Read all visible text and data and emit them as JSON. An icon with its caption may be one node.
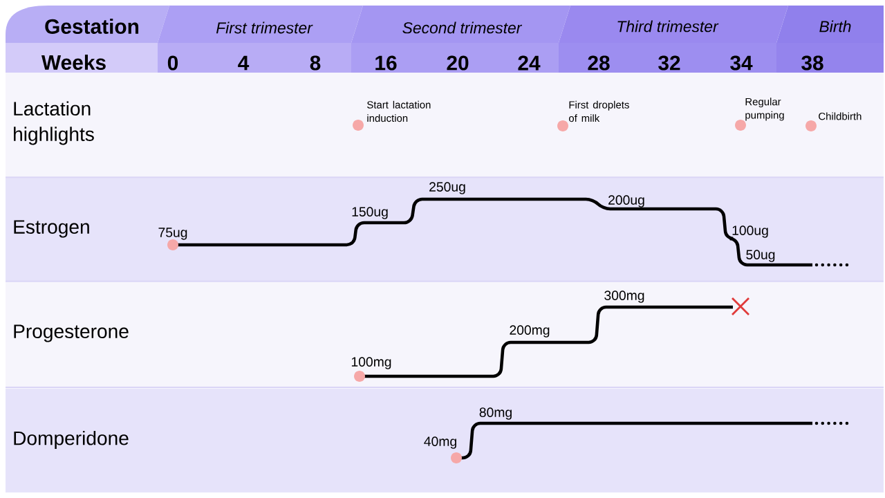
{
  "diagram": {
    "nodes": [
      {
        "text": [
          "Gestation"
        ]
      },
      {
        "text": [
          "First trimester"
        ]
      },
      {
        "text": [
          "Second trimester"
        ]
      },
      {
        "text": [
          "Third trimester"
        ]
      },
      {
        "text": [
          "Birth"
        ]
      },
      {
        "text": [
          "Weeks"
        ]
      },
      {
        "text": [
          "Lactation highlights"
        ]
      },
      {
        "text": [
          "Estrogen"
        ]
      },
      {
        "text": [
          "Progesterone"
        ]
      },
      {
        "text": [
          "Domperidone"
        ]
      },
      {
        "text": [],
        "shape": "circle",
        "in": 6,
        "beside": [
          "Start lactation induction"
        ]
      },
      {
        "text": [],
        "shape": "circle",
        "in": 6,
        "beside": [
          "First droplets of milk"
        ]
      },
      {
        "text": [],
        "shape": "circle",
        "in": 6,
        "beside": [
          "Regular pumping"
        ]
      },
      {
        "text": [],
        "shape": "circle",
        "in": 6,
        "beside": [
          "Childbirth"
        ]
      }
    ],
    "edges": [],
    "labels": [
      "0",
      "4",
      "8",
      "16",
      "20",
      "24",
      "28",
      "32",
      "34",
      "38",
      "75ug",
      "150ug",
      "250ug",
      "200ug",
      "100ug",
      "50ug",
      "100mg",
      "200mg",
      "300mg",
      "40mg",
      "80mg"
    ]
  }
}
